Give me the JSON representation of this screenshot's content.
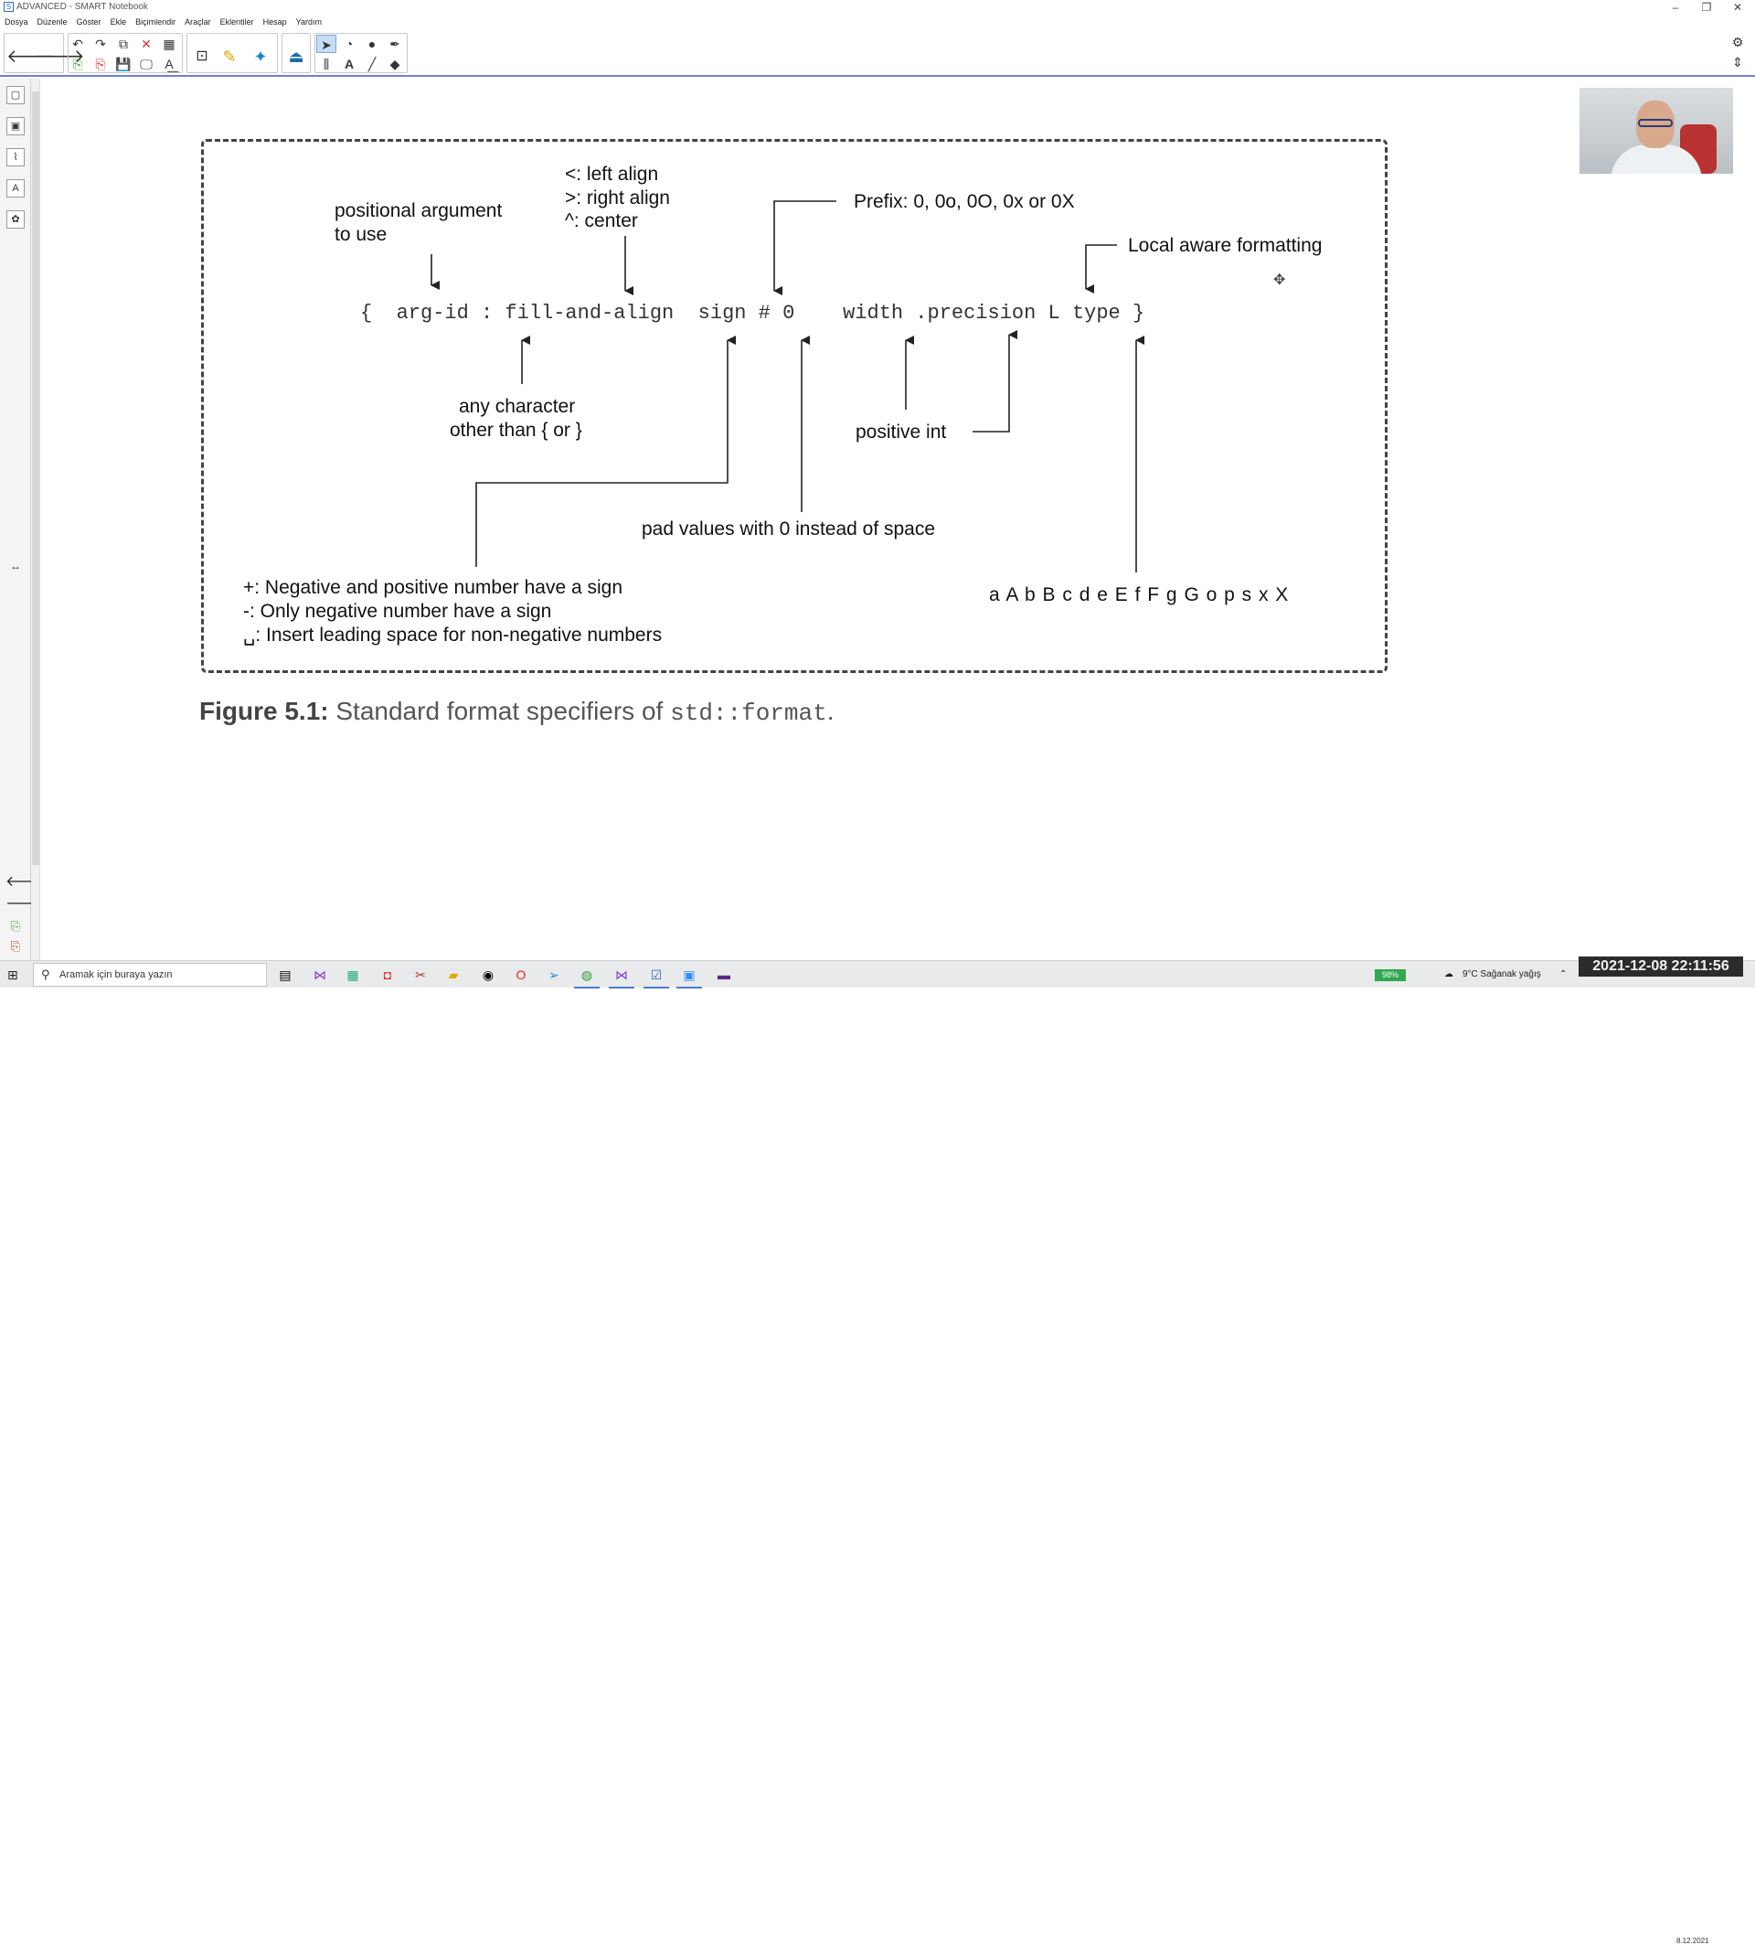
{
  "window": {
    "title": "ADVANCED - SMART Notebook",
    "app_icon": "smart-notebook-icon"
  },
  "menu": {
    "items": [
      "Dosya",
      "Düzenle",
      "Göster",
      "Ekle",
      "Biçimlendir",
      "Araçlar",
      "Eklentiler",
      "Hesap",
      "Yardım"
    ]
  },
  "toolbar": {
    "icons": [
      "arrow-left-icon",
      "arrow-right-icon",
      "undo-icon",
      "redo-icon",
      "paste-icon",
      "delete-icon",
      "table-icon",
      "screen-shade-icon",
      "add-page-icon",
      "delete-page-icon",
      "save-icon",
      "display-icon",
      "spellcheck-icon",
      "capture-icon",
      "lesson-activity-icon",
      "response-icon",
      "document-camera-icon",
      "select-icon",
      "shapes-icon",
      "fill-icon",
      "pen-icon",
      "magic-pen-icon",
      "text-icon",
      "line-icon",
      "eraser-icon",
      "settings-icon",
      "move-toolbar-icon"
    ]
  },
  "diagram": {
    "spec_line": "{  arg-id : fill-and-align  sign # 0    width .precision L type }",
    "labels": {
      "positional": [
        "positional argument",
        "to use"
      ],
      "align": [
        "<: left align",
        ">: right align",
        "^: center"
      ],
      "prefix": "Prefix: 0, 0o, 0O, 0x or 0X",
      "locale": "Local aware formatting",
      "fill_char": [
        "any character",
        "other than { or }"
      ],
      "positive_int": "positive int",
      "pad_zero": "pad values with 0 instead of space",
      "sign": [
        "+: Negative and positive number have a sign",
        "-: Only negative number have a sign",
        "␣: Insert leading space for non-negative numbers"
      ],
      "types": "a A b B c d e E f F g G o p s x X"
    },
    "caption": {
      "bold": "Figure 5.1:",
      "text": " Standard format specifiers of ",
      "code": "std::format",
      "end": "."
    }
  },
  "taskbar": {
    "search_placeholder": "Aramak için buraya yazın",
    "battery": "98%",
    "weather": "9°C  Sağanak yağış",
    "clock": "2021-12-08  22:11:56",
    "date": "8.12.2021"
  }
}
